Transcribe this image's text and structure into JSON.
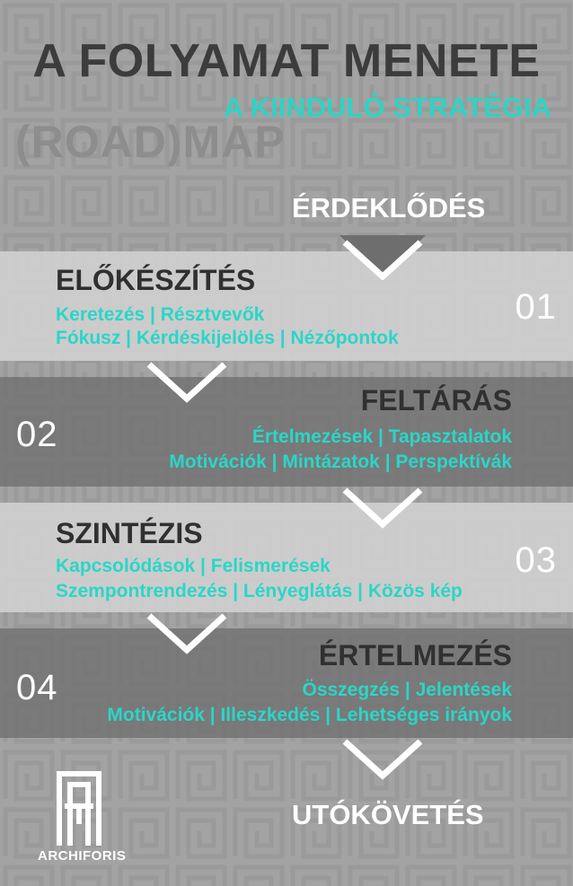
{
  "header": {
    "title": "A FOLYAMAT MENETE",
    "subtitle": "A KIINDULÓ STRATÉGIA",
    "roadmap": "(ROAD)MAP"
  },
  "flow": {
    "start_label": "ÉRDEKLŐDÉS",
    "end_label": "UTÓKÖVETÉS"
  },
  "stages": [
    {
      "number": "01",
      "title": "ELŐKÉSZÍTÉS",
      "line1": "Keretezés  |  Résztvevők",
      "line2": "Fókusz  |  Kérdéskijelölés  |  Nézőpontok"
    },
    {
      "number": "02",
      "title": "FELTÁRÁS",
      "line1": "Értelmezések  |  Tapasztalatok",
      "line2": "Motivációk  |  Mintázatok  |  Perspektívák"
    },
    {
      "number": "03",
      "title": "SZINTÉZIS",
      "line1": "Kapcsolódások  |  Felismerések",
      "line2": "Szempontrendezés  |  Lényeglátás  |  Közös kép"
    },
    {
      "number": "04",
      "title": "ÉRTELMEZÉS",
      "line1": "Összegzés  |  Jelentések",
      "line2": "Motivációk  |  Illeszkedés  |  Lehetséges irányok"
    }
  ],
  "logo": {
    "text": "ARCHIFORIS"
  },
  "colors": {
    "background": "#a3a3a3",
    "accent": "#31d2c3",
    "title": "#3c3c3c"
  }
}
